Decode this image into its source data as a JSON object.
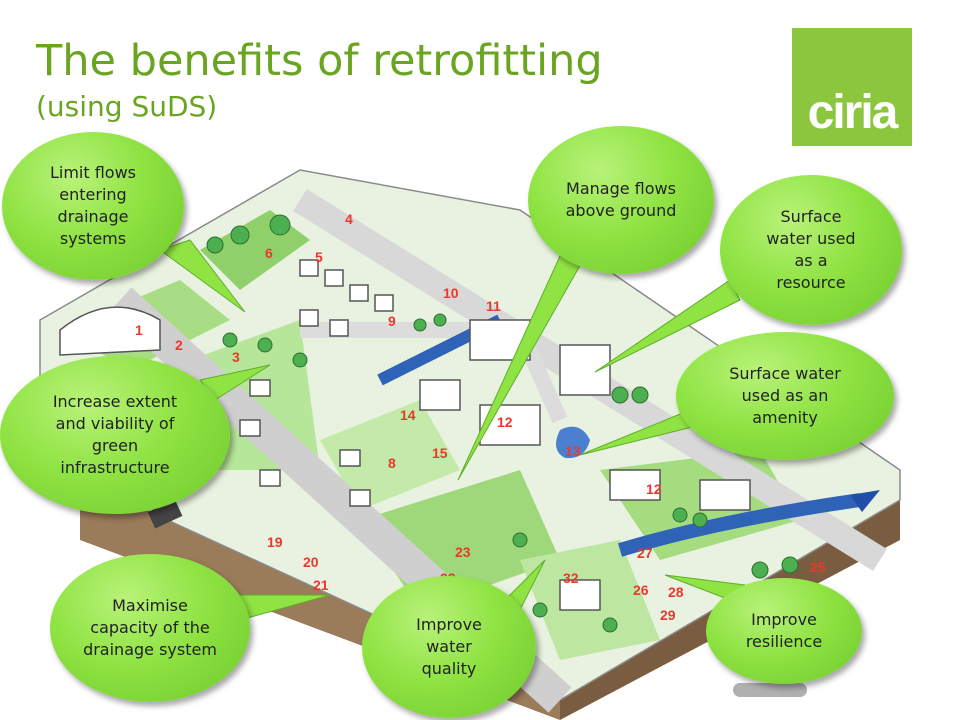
{
  "header": {
    "title": "The benefits of retrofitting",
    "subtitle": "(using SuDS)"
  },
  "logo": {
    "text": "ciria",
    "color": "#8cc63f"
  },
  "bubbles": {
    "limit_flows": "Limit flows entering drainage systems",
    "manage_flows": "Manage flows above ground",
    "surface_resource": "Surface water used as a resource",
    "surface_amenity": "Surface water used as an amenity",
    "green_infrastructure": "Increase extent and viability of green infrastructure",
    "maximise_capacity": "Maximise capacity of the drainage system",
    "water_quality": "Improve water quality",
    "resilience": "Improve resilience"
  },
  "map_labels": [
    "1",
    "2",
    "3",
    "4",
    "5",
    "6",
    "8",
    "9",
    "10",
    "11",
    "12",
    "12",
    "13",
    "14",
    "15",
    "19",
    "20",
    "21",
    "22",
    "23",
    "25",
    "26",
    "27",
    "28",
    "29",
    "32"
  ],
  "colors": {
    "title_green": "#6aa521",
    "bubble_green": "#8fe343",
    "label_red": "#e8392e"
  }
}
